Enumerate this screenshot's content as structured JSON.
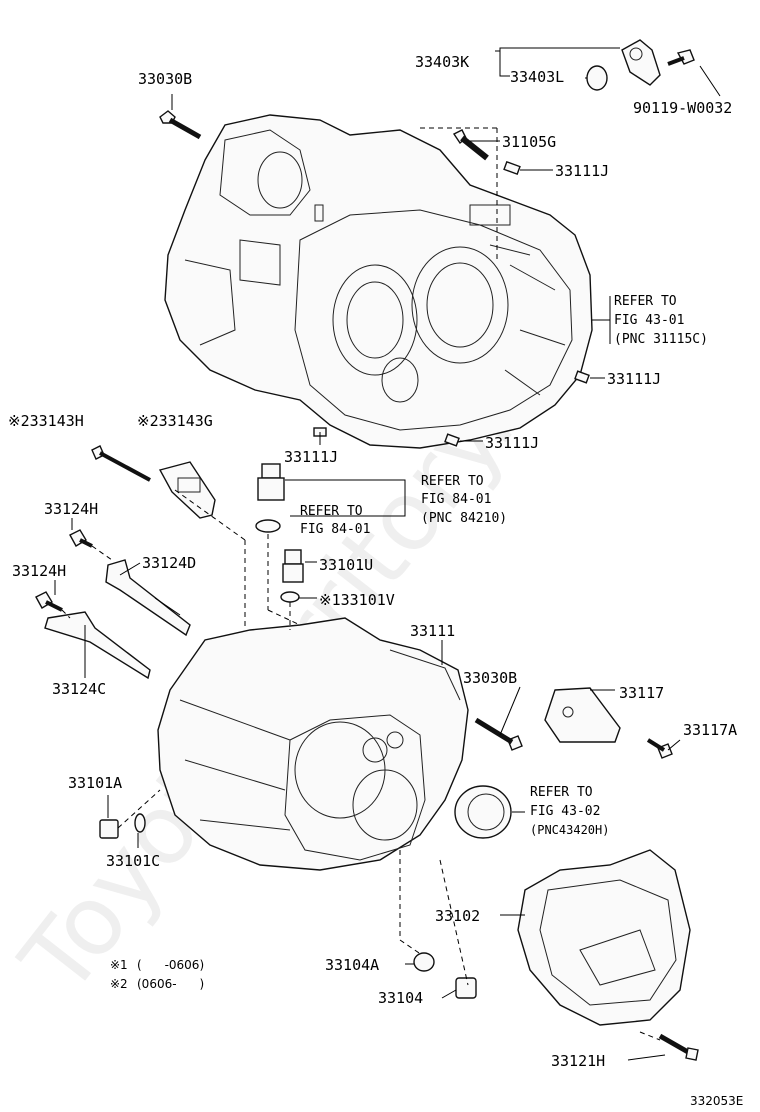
{
  "watermark": "ToyotaTerritory.ru",
  "image_code": "332053E",
  "notes": {
    "n1_mark": "※1",
    "n1_range": "(      -0606)",
    "n2_mark": "※2",
    "n2_range": "(0606-      )"
  },
  "labels": {
    "p33030B_top": "33030B",
    "p33403K": "33403K",
    "p33403L": "33403L",
    "p90119": "90119-W0032",
    "p31105G": "31105G",
    "p33111J_a": "33111J",
    "p33111J_b": "33111J",
    "p33111J_c": "33111J",
    "p33111J_d": "33111J",
    "p33143H": "※233143H",
    "p33143G": "※233143G",
    "p33124H_a": "33124H",
    "p33124H_b": "33124H",
    "p33124D": "33124D",
    "p33124C": "33124C",
    "p33101U": "33101U",
    "p33101V": "※133101V",
    "p33111": "33111",
    "p33030B_mid": "33030B",
    "p33117": "33117",
    "p33117A": "33117A",
    "p33101A": "33101A",
    "p33101C": "33101C",
    "p33102": "33102",
    "p33104A": "33104A",
    "p33104": "33104",
    "p33121H": "33121H"
  },
  "refs": {
    "r1_l1": "REFER TO",
    "r1_l2": "FIG 43-01",
    "r1_l3": "(PNC 31115C)",
    "r2_l1": "REFER TO",
    "r2_l2": "FIG 84-01",
    "r2_l3": "(PNC 84210)",
    "r3_l1": "REFER TO",
    "r3_l2": "FIG 84-01",
    "r4_l1": "REFER TO",
    "r4_l2": "FIG 43-02",
    "r4_l3": "(PNC43420H)"
  }
}
